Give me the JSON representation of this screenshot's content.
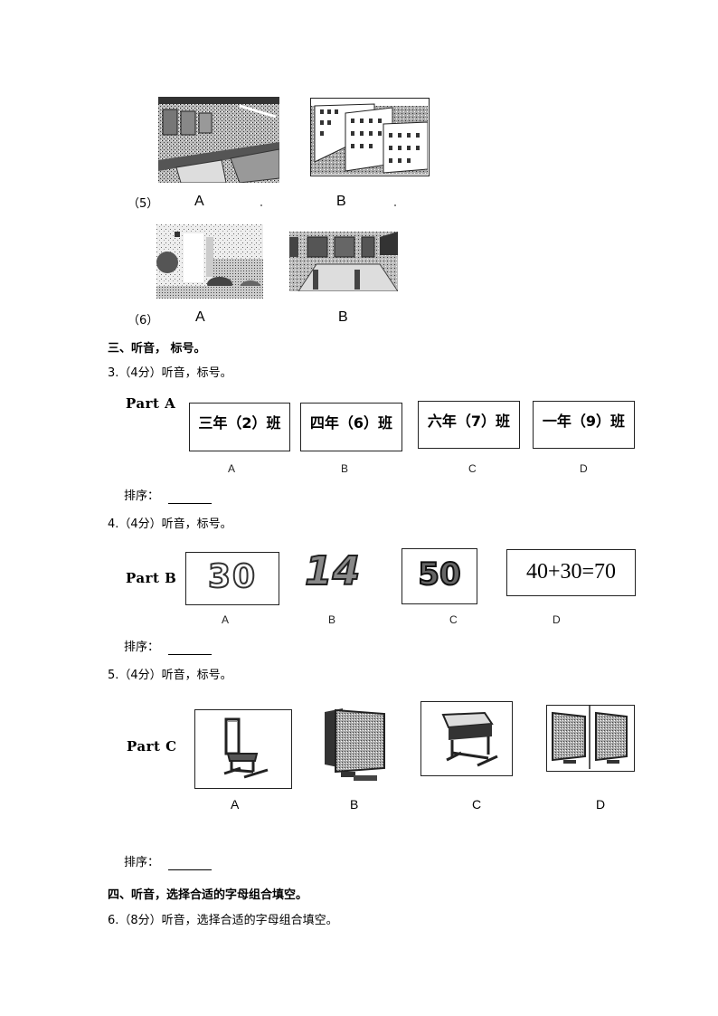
{
  "q5_images": {
    "number": "（5）",
    "options": [
      {
        "letter": "A",
        "image": "classroom-photo"
      },
      {
        "letter": "B",
        "image": "library-bookshelves-photo"
      }
    ]
  },
  "q6_images": {
    "number": "（6）",
    "options": [
      {
        "letter": "A",
        "image": "school-building-photo"
      },
      {
        "letter": "B",
        "image": "dining-hall-photo"
      }
    ]
  },
  "section3": {
    "heading": "三、听音， 标号。"
  },
  "question3": {
    "title": "3.（4分）听音，标号。",
    "part_label": "Part A",
    "options": [
      {
        "letter": "A",
        "text": "三年（2）班"
      },
      {
        "letter": "B",
        "text": "四年（6）班"
      },
      {
        "letter": "C",
        "text": "六年（7）班"
      },
      {
        "letter": "D",
        "text": "一年（9）班"
      }
    ],
    "order_label": "排序："
  },
  "question4": {
    "title": "4.（4分）听音，标号。",
    "part_label": "Part B",
    "options": [
      {
        "letter": "A",
        "text": "30"
      },
      {
        "letter": "B",
        "text": "14"
      },
      {
        "letter": "C",
        "text": "50"
      },
      {
        "letter": "D",
        "text": "40+30=70"
      }
    ],
    "order_label": "排序："
  },
  "question5": {
    "title": "5.（4分）听音，标号。",
    "part_label": "Part C",
    "options": [
      {
        "letter": "A",
        "image": "chair-icon"
      },
      {
        "letter": "B",
        "image": "computer-icon"
      },
      {
        "letter": "C",
        "image": "desk-icon"
      },
      {
        "letter": "D",
        "image": "two-monitors-icon"
      }
    ],
    "order_label": "排序："
  },
  "section4": {
    "heading": "四、听音，选择合适的字母组合填空。"
  },
  "question6": {
    "title": "6.（8分）听音，选择合适的字母组合填空。"
  }
}
